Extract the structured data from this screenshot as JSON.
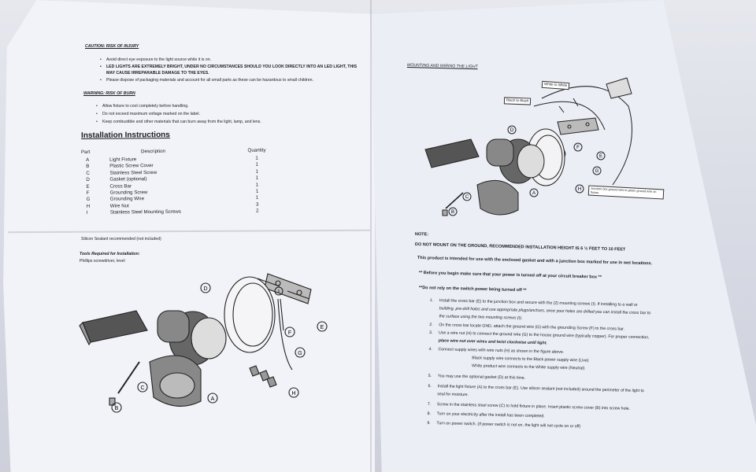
{
  "left_page": {
    "caution_heading": "CAUTION: RISK OF INJURY",
    "caution_items": [
      "Avoid direct eye exposure to the light source while it is on.",
      "LED LIGHTS ARE EXTREMELY BRIGHT, UNDER NO CIRCUMSTANCES SHOULD YOU LOOK DIRECTLY INTO AN LED LIGHT, THIS",
      "MAY CAUSE IRREPARABLE DAMAGE TO THE EYES.",
      "Please dispose of packaging materials and account for all small parts as these can be hazardous to small children."
    ],
    "warning_heading": "WARNING: RISK OF BURN",
    "warning_items": [
      "Allow fixture to cool completely before handling.",
      "Do not exceed maximum voltage marked on the label.",
      "Keep combustible and other materials that can burn away from the light, lamp, and lens."
    ],
    "install_heading": "Installation Instructions",
    "table_header": {
      "part": "Part",
      "description": "Description",
      "quantity": "Quantity"
    },
    "parts": [
      {
        "part": "A",
        "description": "Light Fixture",
        "quantity": "1"
      },
      {
        "part": "B",
        "description": "Plastic Screw Cover",
        "quantity": "1"
      },
      {
        "part": "C",
        "description": "Stainless Steel Screw",
        "quantity": "1"
      },
      {
        "part": "D",
        "description": "Gasket (optional)",
        "quantity": "1"
      },
      {
        "part": "E",
        "description": "Cross Bar",
        "quantity": "1"
      },
      {
        "part": "F",
        "description": "Grounding Screw",
        "quantity": "1"
      },
      {
        "part": "G",
        "description": "Grounding Wire",
        "quantity": "1"
      },
      {
        "part": "H",
        "description": "Wire Nut",
        "quantity": "3"
      },
      {
        "part": "I",
        "description": "Stainless Steel Mounting Screws",
        "quantity": "2"
      }
    ],
    "sealant_note": "Silicon Sealant recommended (not included)",
    "tools_heading": "Tools Required for Installation:",
    "tools_text": "Phillips screwdriver, level",
    "diagram_labels": [
      "D",
      "I",
      "E",
      "F",
      "G",
      "C",
      "A",
      "B",
      "H"
    ]
  },
  "right_page": {
    "mount_heading": "MOUNTING AND WIRING THE LIGHT",
    "diagram_labels": {
      "white": "White to White",
      "black": "Black to Black",
      "ground": "Junction box ground wire to green ground wire on fixture",
      "letters": [
        "D",
        "E",
        "F",
        "G",
        "A",
        "H",
        "C",
        "B"
      ]
    },
    "note_label": "NOTE:",
    "note_1": "DO NOT MOUNT ON THE GROUND, RECOMMENDED INSTALLATION HEIGHT IS 6 ½ FEET TO 10 FEET",
    "note_2": "This product is intended for use with the enclosed gasket and with a junction box marked for use in wet locations.",
    "note_3": "** Before you begin make sure that your power is turned off at your circuit breaker box **",
    "note_4": "**Do not rely on the switch power being turned off **",
    "steps": [
      {
        "num": "1.",
        "text": "Install the cross bar (E) to the junction box and secure with the (2) mounting screws (I). If installing to a wall or"
      },
      {
        "num": "",
        "text": "building, pre-drill holes and use appropriate plugs/anchors, once your holes are drilled you can install the cross bar to"
      },
      {
        "num": "",
        "text": "the surface using the two mounting screws (I)."
      },
      {
        "num": "2.",
        "text": "On the cross bar locate GND, attach the ground wire (G) with the grounding Screw (F) to the cross bar."
      },
      {
        "num": "3.",
        "text": "Use a wire nut (H) to connect the ground wire (G) to the house ground wire (typically copper). For proper connection,"
      },
      {
        "num": "",
        "text": "place wire nut over wires and twist clockwise until tight."
      },
      {
        "num": "4.",
        "text": "Connect supply wires with wire nuts (H) as shown in the figure above."
      },
      {
        "num": "",
        "text": "Black supply wire connects to the Black power supply wire (Live)"
      },
      {
        "num": "",
        "text": "White product wire connects to the White supply wire (Neutral)"
      },
      {
        "num": "5.",
        "text": "You may use the optional gasket (D) at this time."
      },
      {
        "num": "6.",
        "text": "Install the light fixture (A) to the cross bar (E). Use silicon sealant (not included) around the perimeter of the light to"
      },
      {
        "num": "",
        "text": "seal for moisture."
      },
      {
        "num": "7.",
        "text": "Screw in the stainless steel screw (C) to hold fixture in place. Insert plastic screw cover (B) into screw hole."
      },
      {
        "num": "8.",
        "text": "Turn on your electricity after the install has been completed."
      },
      {
        "num": "9.",
        "text": "Turn on power switch. (If power switch is not on, the light will not cycle on or off)"
      }
    ]
  }
}
